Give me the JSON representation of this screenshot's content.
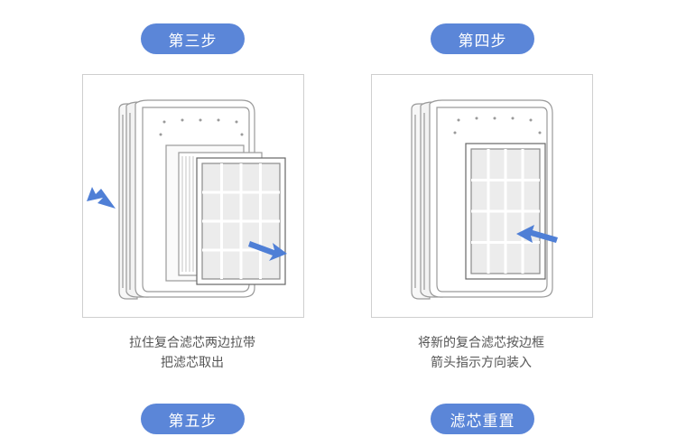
{
  "steps": {
    "step3_label": "第三步",
    "step4_label": "第四步",
    "step5_label": "第五步",
    "reset_label": "滤芯重置"
  },
  "captions": {
    "step3_line1": "拉住复合滤芯两边拉带",
    "step3_line2": "把滤芯取出",
    "step4_line1": "将新的复合滤芯按边框",
    "step4_line2": "箭头指示方向装入"
  },
  "colors": {
    "pill": "#5b86d8",
    "arrow": "#4f7fd6",
    "line": "#9a9a9a"
  }
}
